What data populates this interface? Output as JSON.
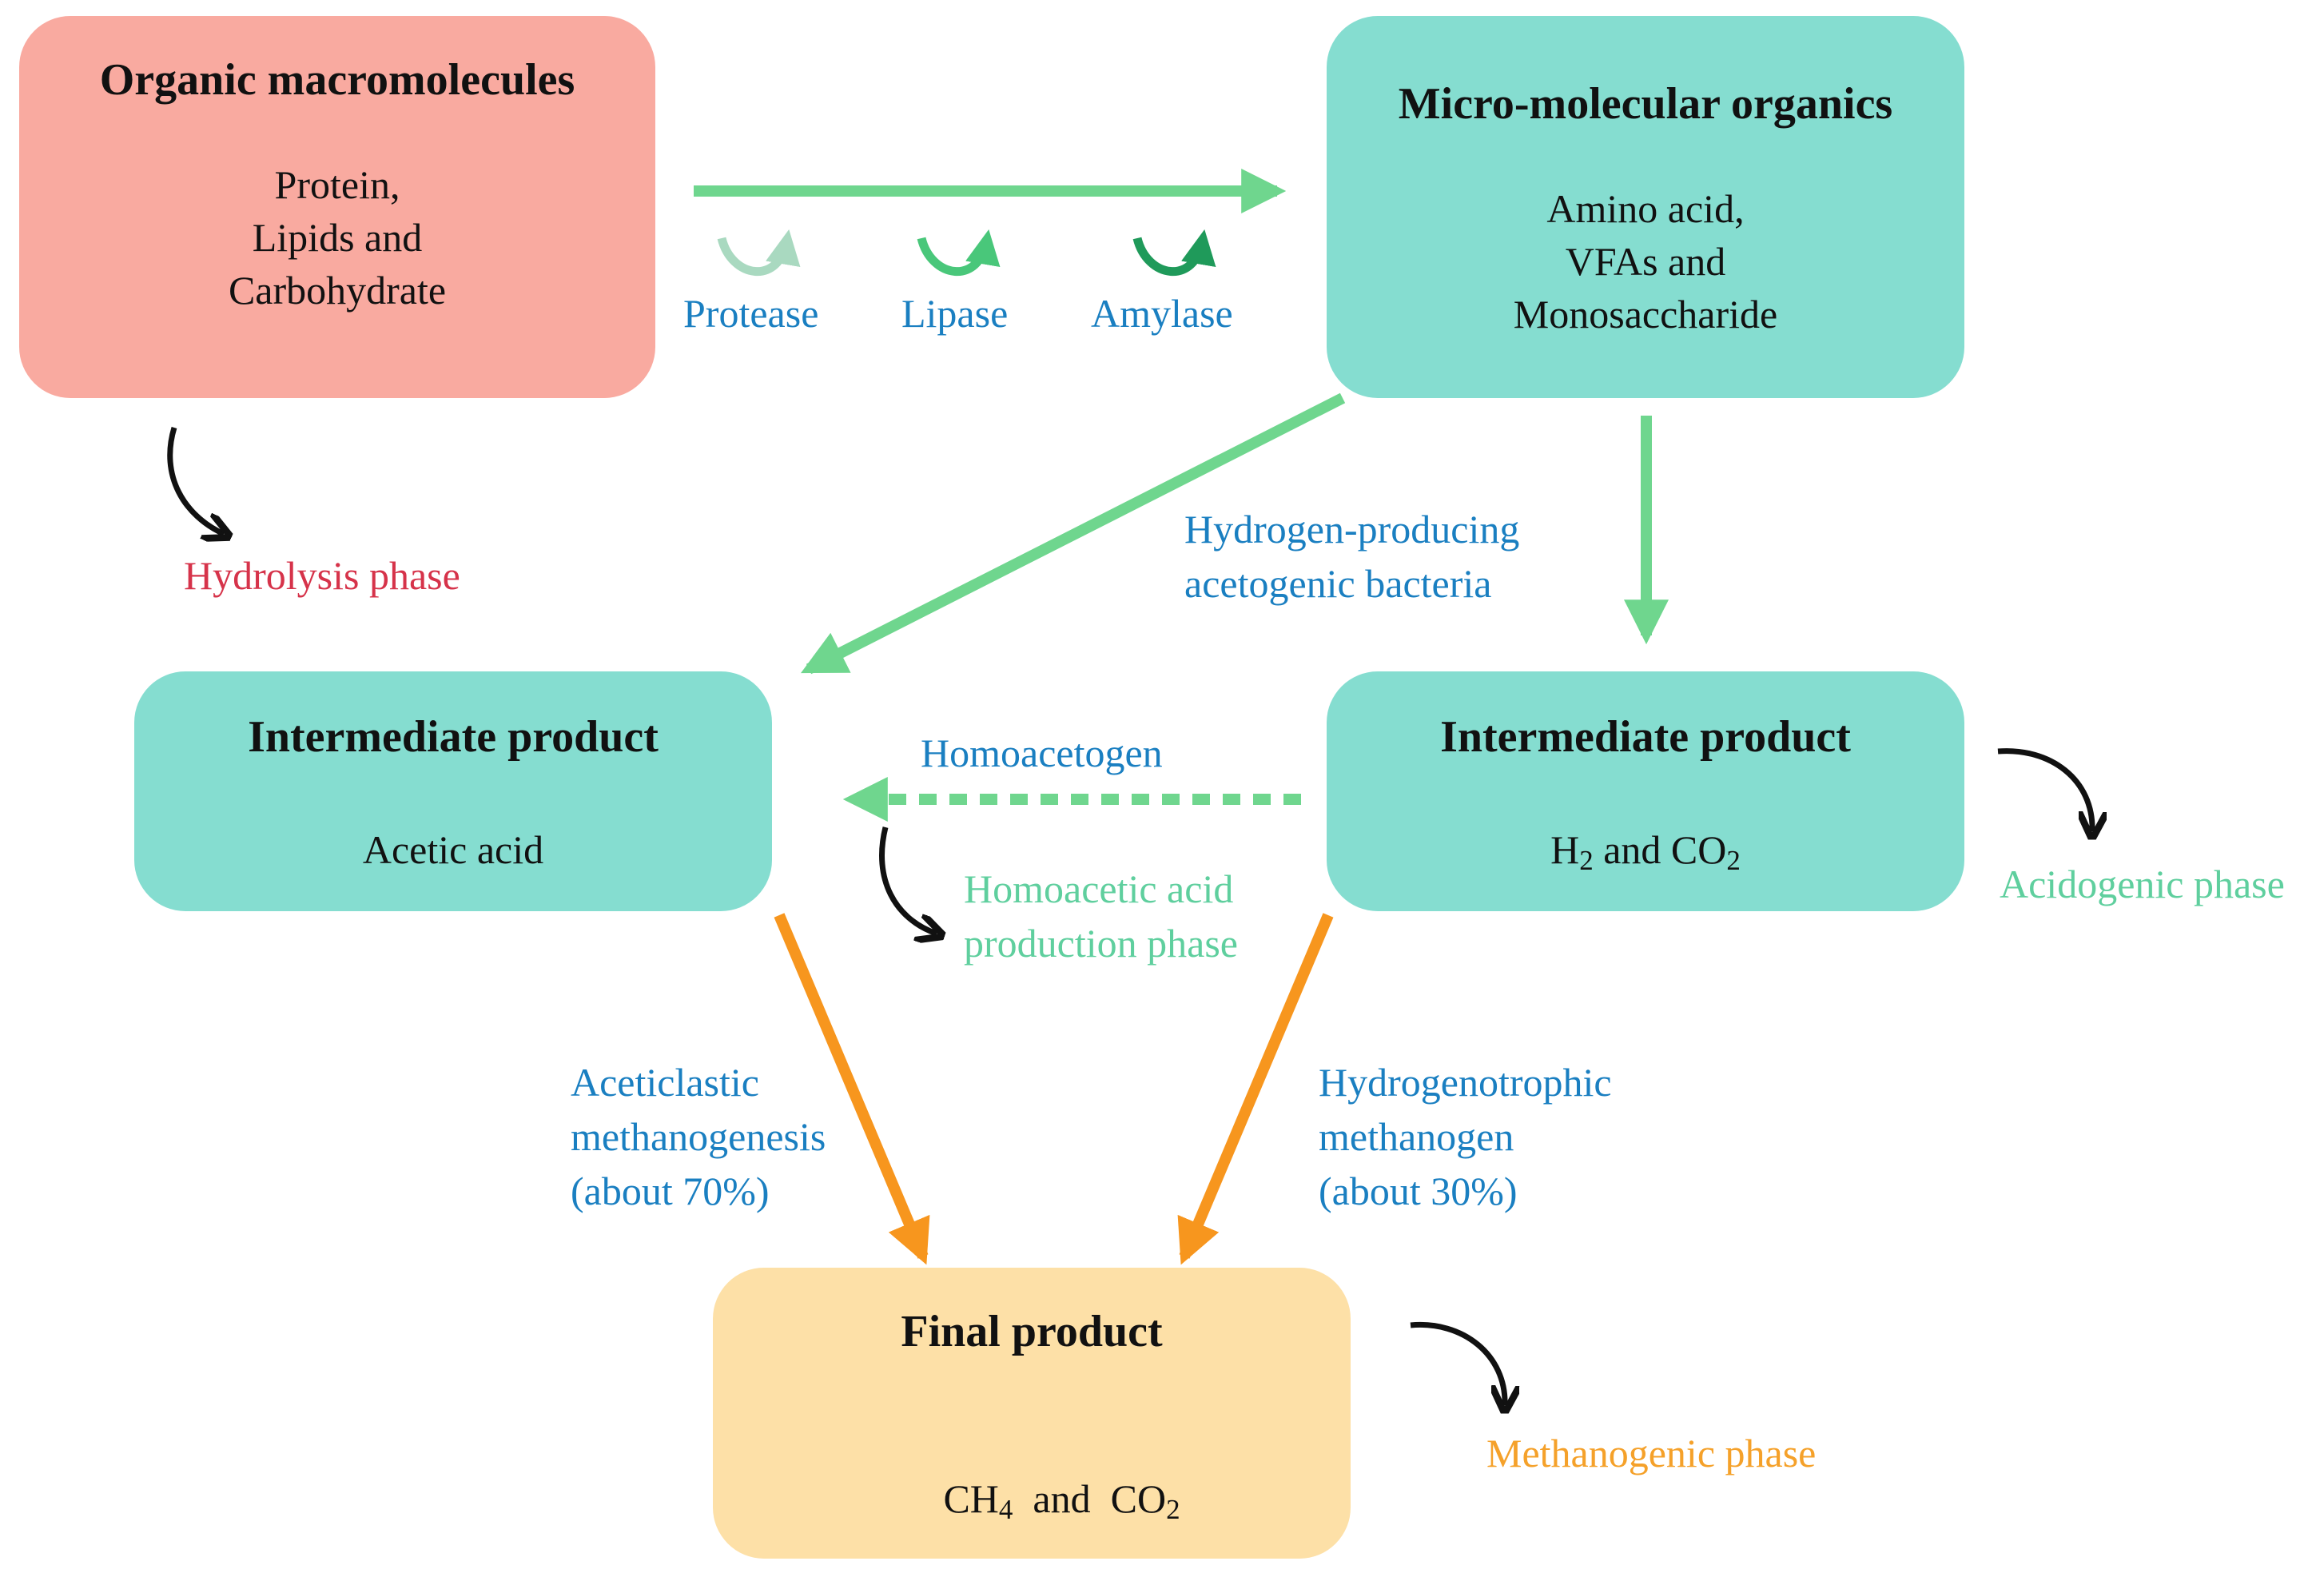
{
  "boxes": {
    "organic": {
      "title": "Organic macromolecules",
      "lines": [
        "Protein,",
        "Lipids and",
        "Carbohydrate"
      ],
      "color": "#f9aaa0"
    },
    "micro": {
      "title": "Micro-molecular organics",
      "lines": [
        "Amino acid,",
        "VFAs and",
        "Monosaccharide"
      ],
      "color": "#85ddd0"
    },
    "inter_acetic": {
      "title": "Intermediate product",
      "body": "Acetic acid",
      "color": "#85ddd0"
    },
    "inter_h2": {
      "title": "Intermediate product",
      "h": "H",
      "two_a": "2",
      "and": " and CO",
      "two_b": "2",
      "color": "#85ddd0"
    },
    "final": {
      "title": "Final product",
      "ch": "CH",
      "four": "4",
      "and": "  and  CO",
      "two": "2",
      "color": "#fde0a7"
    }
  },
  "enzymes": {
    "protease": "Protease",
    "lipase": "Lipase",
    "amylase": "Amylase"
  },
  "labels": {
    "hydrolysis_phase": "Hydrolysis phase",
    "hydrogen_producing": [
      "Hydrogen-producing",
      "acetogenic bacteria"
    ],
    "homoacetogen": "Homoacetogen",
    "homoacetic_phase": [
      "Homoacetic acid",
      "production phase"
    ],
    "acidogenic_phase": "Acidogenic phase",
    "aceticlastic": [
      "Aceticlastic",
      "methanogenesis",
      "(about 70%)"
    ],
    "hydrogenotrophic": [
      "Hydrogenotrophic",
      "methanogen",
      "(about 30%)"
    ],
    "methanogenic_phase": "Methanogenic phase"
  },
  "colors": {
    "green_arrow": "#6fd68e",
    "orange_arrow": "#f7961e",
    "black_arrow": "#111111",
    "label_blue": "#1a7fc1"
  }
}
